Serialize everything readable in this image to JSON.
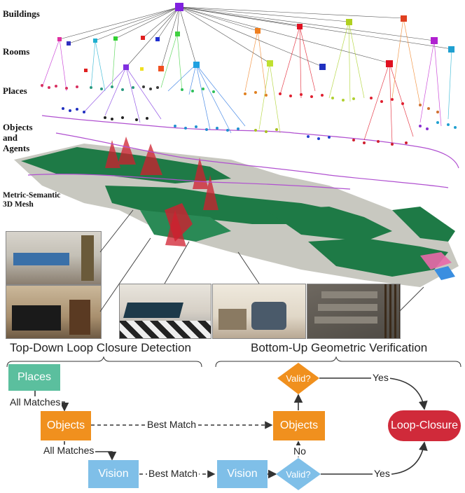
{
  "layers": {
    "buildings": "Buildings",
    "rooms": "Rooms",
    "places": "Places",
    "objects_line1": "Objects",
    "objects_line2": "and",
    "objects_line3": "Agents",
    "mesh_line1": "Metric-Semantic",
    "mesh_line2": "3D Mesh"
  },
  "flow": {
    "left_title": "Top-Down Loop Closure Detection",
    "right_title": "Bottom-Up Geometric Verification",
    "places": "Places",
    "objects_left": "Objects",
    "vision_left": "Vision",
    "vision_right": "Vision",
    "objects_right": "Objects",
    "valid_top": "Valid?",
    "valid_bottom": "Valid?",
    "loop_closure": "Loop-Closure",
    "all_matches_1": "All Matches",
    "all_matches_2": "All Matches",
    "best_match_objects": "Best Match",
    "best_match_vision": "Best Match",
    "yes_top": "Yes",
    "yes_bottom": "Yes",
    "no": "No"
  },
  "colors": {
    "places": "#5bbf9e",
    "objects": "#f0901e",
    "vision": "#7fbfe8",
    "loop_closure": "#d02a3a",
    "mesh_green": "#1e7a46",
    "mesh_gray": "#c8c8c0"
  }
}
